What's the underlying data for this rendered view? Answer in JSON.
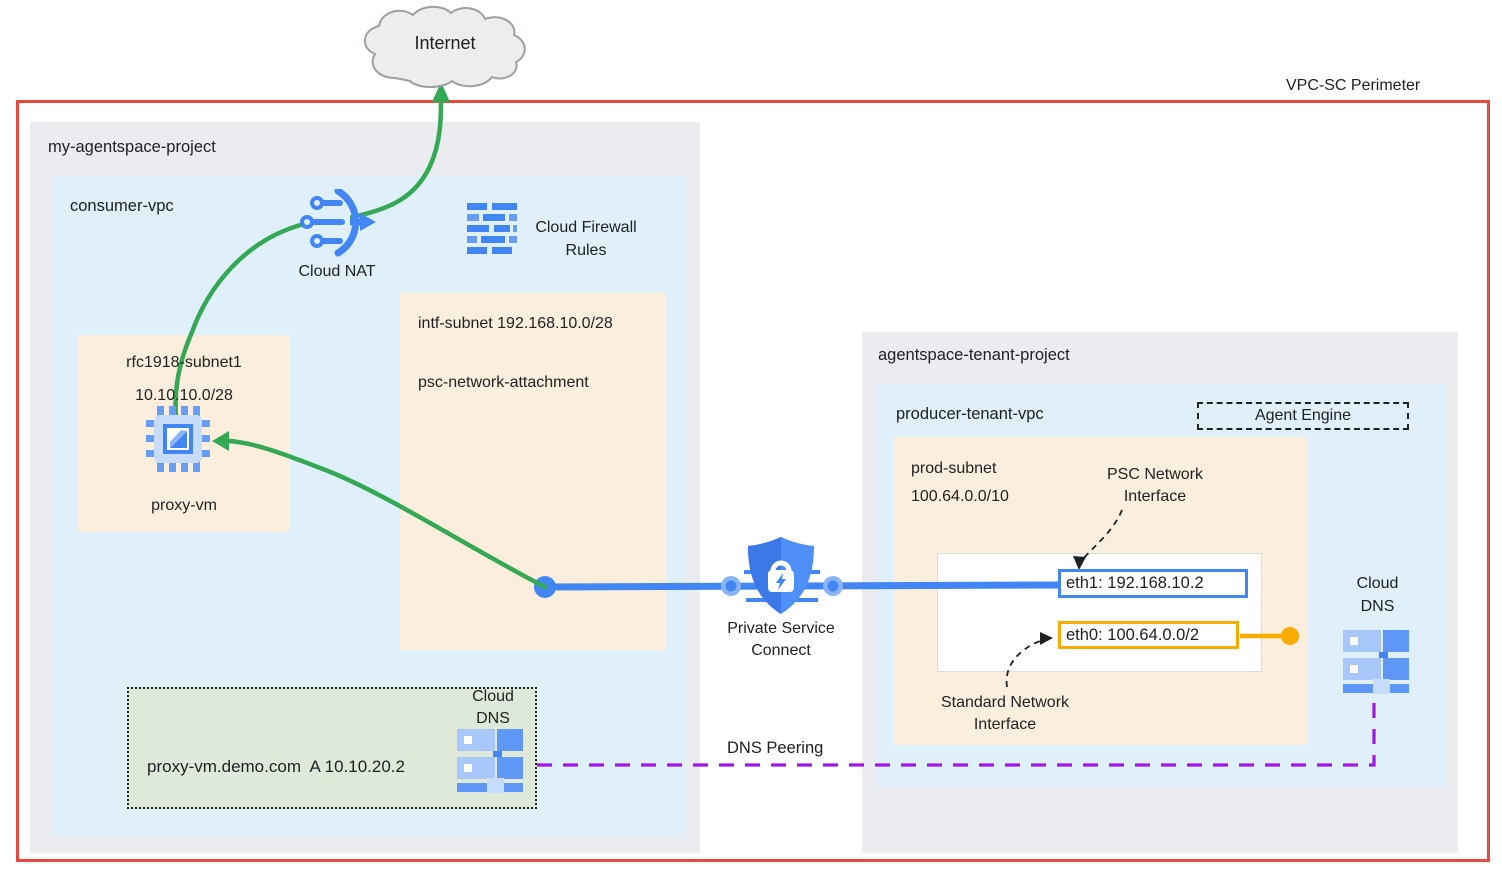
{
  "perimeter": {
    "label": "VPC-SC Perimeter"
  },
  "internet": {
    "label": "Internet"
  },
  "left_project": {
    "title": "my-agentspace-project",
    "vpc_title": "consumer-vpc",
    "cloud_nat_label": "Cloud NAT",
    "firewall_line1": "Cloud Firewall",
    "firewall_line2": "Rules",
    "intf_subnet_line1": "intf-subnet 192.168.10.0/28",
    "intf_subnet_line2": "psc-network-attachment",
    "rfc_subnet_name": "rfc1918-subnet1",
    "rfc_subnet_cidr": "10.10.10.0/28",
    "proxy_vm_label": "proxy-vm",
    "dns_record": "proxy-vm.demo.com  A 10.10.20.2",
    "dns_label_line1": "Cloud",
    "dns_label_line2": "DNS"
  },
  "psc": {
    "label_line1": "Private Service",
    "label_line2": "Connect"
  },
  "dns_peering": {
    "label": "DNS Peering"
  },
  "right_project": {
    "title": "agentspace-tenant-project",
    "vpc_title": "producer-tenant-vpc",
    "agent_engine_label": "Agent Engine",
    "prod_subnet_name": "prod-subnet",
    "prod_subnet_cidr": "100.64.0.0/10",
    "psc_iface_line1": "PSC Network",
    "psc_iface_line2": "Interface",
    "eth1_label": "eth1: 192.168.10.2",
    "eth0_label": "eth0: 100.64.0.0/2",
    "std_iface_line1": "Standard Network",
    "std_iface_line2": "Interface",
    "dns_label_line1": "Cloud",
    "dns_label_line2": "DNS"
  },
  "colors": {
    "perimeter_red": "#E8493C",
    "project_gray": "#EAECEF",
    "vpc_blue": "#DFF0FB",
    "subnet_cream": "#FBEEDC",
    "dns_box_green": "#DEE9DA",
    "flow_green": "#34A853",
    "flow_blue": "#4285F4",
    "eth0_gold": "#F9AB00",
    "peering_purple": "#A116E8"
  }
}
